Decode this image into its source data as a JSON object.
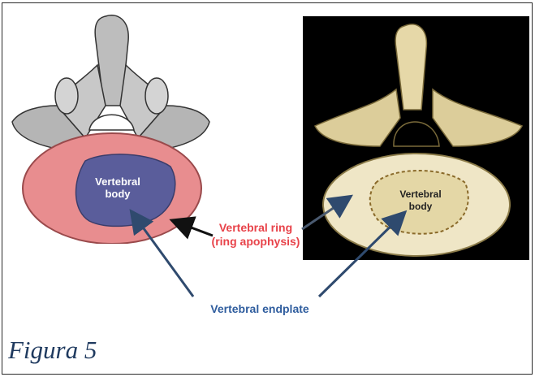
{
  "labels": {
    "vertebral_body_left": [
      "Vertebral",
      "body"
    ],
    "vertebral_body_right": [
      "Vertebral",
      "body"
    ],
    "vertebral_ring": [
      "Vertebral ring",
      "(ring apophysis)"
    ],
    "vertebral_endplate": "Vertebral endplate"
  },
  "caption": "Figura 5",
  "colors": {
    "ring_label": "#e8434a",
    "endplate_label": "#2f5d9e",
    "ring_fill": "#e88d8f",
    "endplate_fill": "#5a5d9b",
    "photo_bg": "#000000",
    "bone": "#e8dcb0"
  }
}
